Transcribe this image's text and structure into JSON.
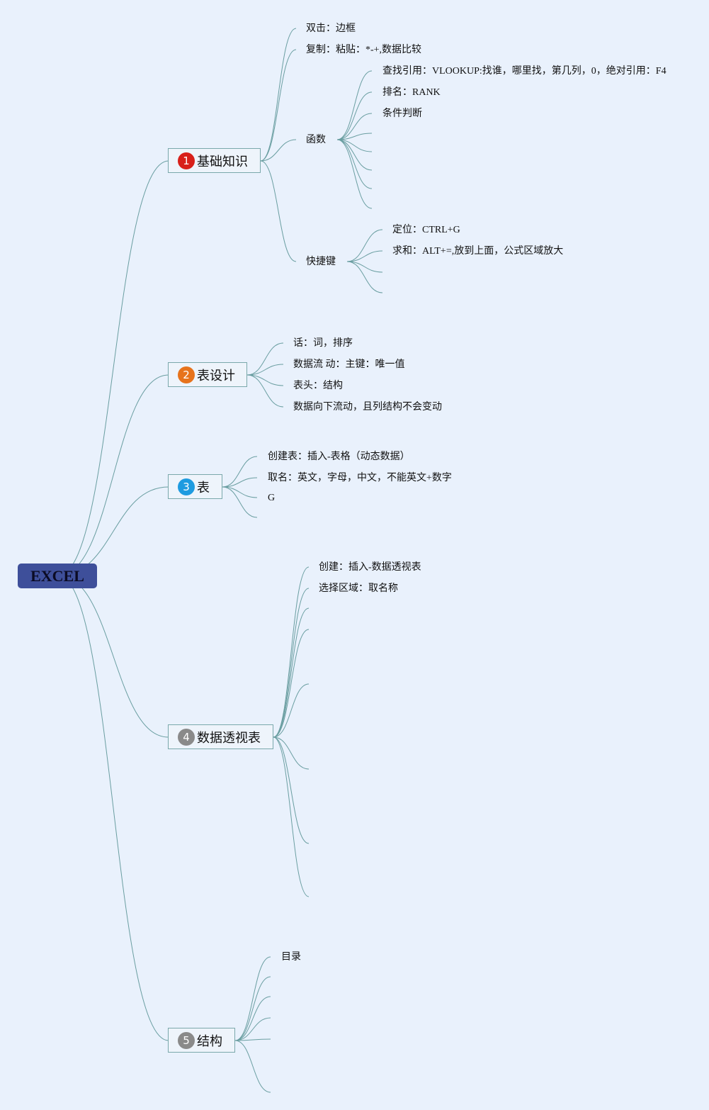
{
  "root": {
    "label": "EXCEL"
  },
  "colors": {
    "background": "#e9f1fc",
    "root_fill": "#3e4f9a",
    "branch_border": "#7aa8ab",
    "link": "#6a9ea1"
  },
  "branches": [
    {
      "number": "1",
      "label": "基础知识",
      "badge_color": "#d8201a"
    },
    {
      "number": "2",
      "label": "表设计",
      "badge_color": "#e7731c"
    },
    {
      "number": "3",
      "label": "表",
      "badge_color": "#1e9be0"
    },
    {
      "number": "4",
      "label": "数据透视表",
      "badge_color": "#8a8a8a"
    },
    {
      "number": "5",
      "label": "结构",
      "badge_color": "#8a8a8a"
    }
  ],
  "basics": {
    "double_click": "双击：边框",
    "copy": "复制：粘贴：*-+,数据比较",
    "functions": {
      "label": "函数",
      "items": [
        "查找引用：VLOOKUP:找谁，哪里找，第几列，0，绝对引用：F4",
        "排名：RANK",
        "条件判断"
      ]
    },
    "shortcuts": {
      "label": "快捷键",
      "items": [
        "定位：CTRL+G",
        "求和：ALT+=,放到上面，公式区域放大"
      ]
    }
  },
  "table_design": {
    "items": [
      "话：词，排序",
      "数据流 动：主键：唯一值",
      "表头：结构",
      "数据向下流动，且列结构不会变动"
    ]
  },
  "table": {
    "items": [
      "创建表：插入-表格（动态数据）",
      "取名：英文，字母，中文，不能英文+数字",
      "G"
    ]
  },
  "pivot": {
    "items": [
      "创建：插入-数据透视表",
      "选择区域：取名称"
    ]
  },
  "structure": {
    "items": [
      "目录"
    ]
  }
}
